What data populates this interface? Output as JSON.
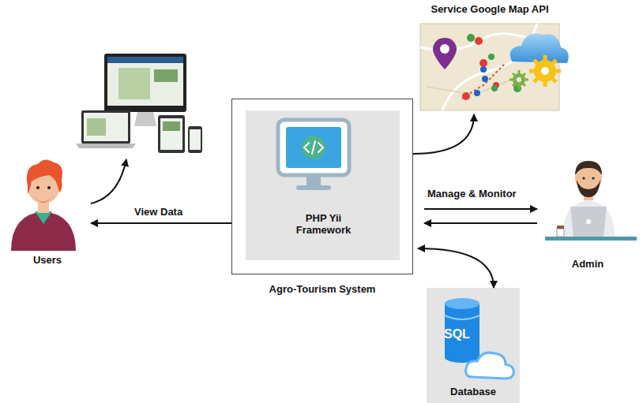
{
  "diagram": {
    "nodes": [
      {
        "text": [
          "Agro-Tourism System"
        ]
      },
      {
        "text": [
          "PHP Yii Framework"
        ],
        "in": 0
      },
      {
        "text": [
          "Service Google Map API"
        ]
      },
      {
        "text": [
          "Users"
        ]
      },
      {
        "text": [
          "Admin"
        ]
      },
      {
        "text": [
          "Database"
        ]
      }
    ],
    "edges": [
      {
        "from": 0,
        "to": 3,
        "label": "View Data",
        "arrow": "to"
      },
      {
        "from": 0,
        "to": 2,
        "arrow": "to"
      },
      {
        "from": 0,
        "to": 4,
        "label": "Manage & Monitor",
        "arrow": "to"
      },
      {
        "from": 4,
        "to": 0,
        "arrow": "to"
      },
      {
        "from": 0,
        "to": 5,
        "arrow": "both"
      }
    ],
    "labels": [
      "SQL"
    ]
  }
}
